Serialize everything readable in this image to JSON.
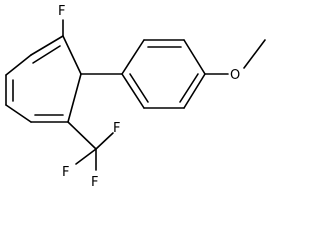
{
  "molecule": {
    "atoms": {
      "fluoro": "F",
      "methoxy_oxygen": "O",
      "cf3_f_top": "F",
      "cf3_f_left": "F",
      "cf3_f_bottom": "F"
    }
  }
}
